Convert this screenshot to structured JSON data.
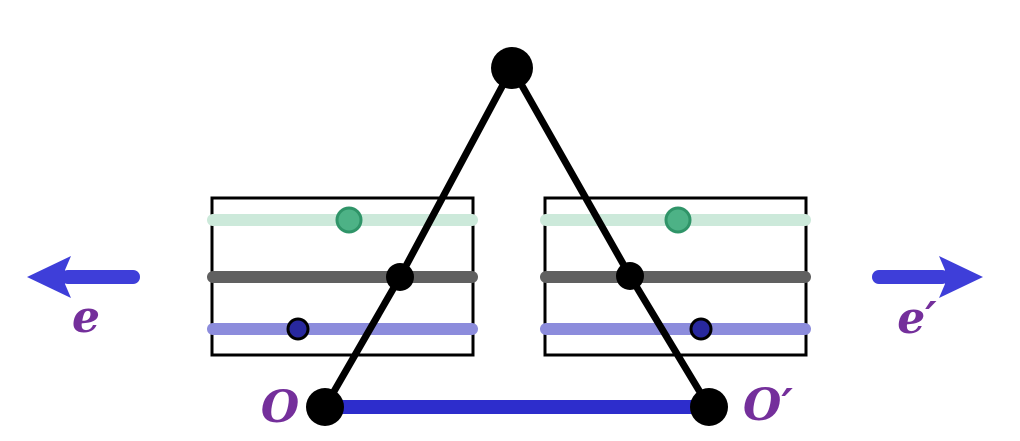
{
  "figure": {
    "labels": {
      "left_axis": "e",
      "right_axis": "e′",
      "left_origin": "O",
      "right_origin": "O′"
    },
    "colors": {
      "black": "#000000",
      "background": "#ffffff",
      "arrow_blue": "#3e3ed9",
      "baseline_blue": "#2d2dcc",
      "rail_teal": "#cce9da",
      "rail_gray": "#606060",
      "rail_lavender": "#8c8cdc",
      "dot_green_fill": "#4db286",
      "dot_green_stroke": "#2f9468",
      "dot_navy_fill": "#28289e",
      "label_purple": "#742f9b"
    }
  }
}
